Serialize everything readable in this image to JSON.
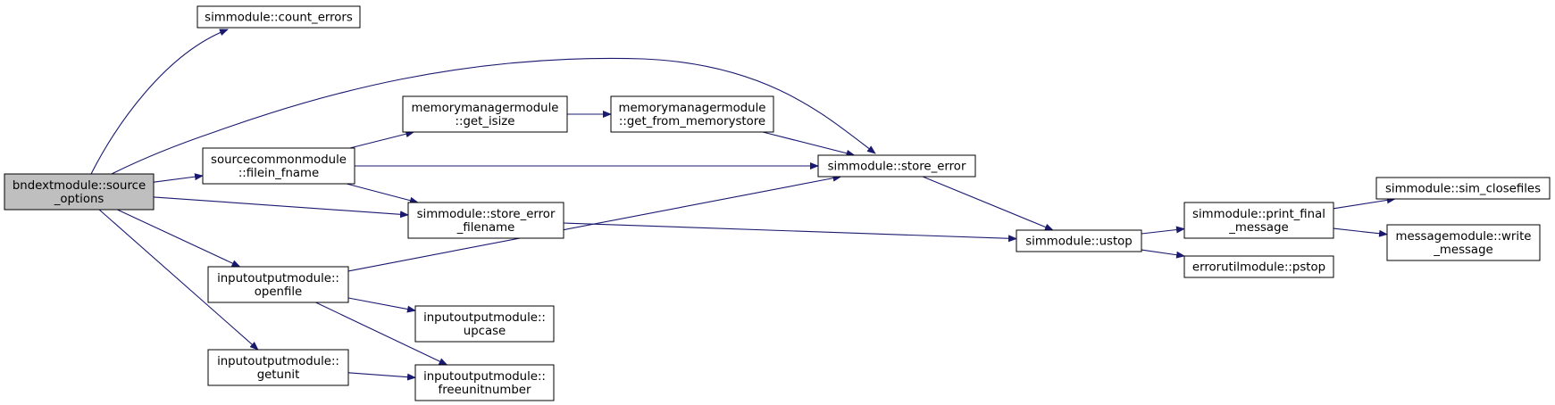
{
  "diagram": {
    "colors": {
      "edge": "#191970",
      "node_fill": "#ffffff",
      "root_fill": "#bfbfbf",
      "node_border": "#000000"
    },
    "nodes": [
      {
        "id": "source_options",
        "lines": [
          "bndextmodule::source",
          "_options"
        ],
        "root": true
      },
      {
        "id": "count_errors",
        "lines": [
          "simmodule::count_errors"
        ]
      },
      {
        "id": "filein_fname",
        "lines": [
          "sourcecommonmodule",
          "::filein_fname"
        ]
      },
      {
        "id": "get_isize",
        "lines": [
          "memorymanagermodule",
          "::get_isize"
        ]
      },
      {
        "id": "get_from_memorystore",
        "lines": [
          "memorymanagermodule",
          "::get_from_memorystore"
        ]
      },
      {
        "id": "store_error",
        "lines": [
          "simmodule::store_error"
        ]
      },
      {
        "id": "store_error_filename",
        "lines": [
          "simmodule::store_error",
          "_filename"
        ]
      },
      {
        "id": "ustop",
        "lines": [
          "simmodule::ustop"
        ]
      },
      {
        "id": "print_final_message",
        "lines": [
          "simmodule::print_final",
          "_message"
        ]
      },
      {
        "id": "sim_closefiles",
        "lines": [
          "simmodule::sim_closefiles"
        ]
      },
      {
        "id": "write_message",
        "lines": [
          "messagemodule::write",
          "_message"
        ]
      },
      {
        "id": "pstop",
        "lines": [
          "errorutilmodule::pstop"
        ]
      },
      {
        "id": "openfile",
        "lines": [
          "inputoutputmodule::",
          "openfile"
        ]
      },
      {
        "id": "upcase",
        "lines": [
          "inputoutputmodule::",
          "upcase"
        ]
      },
      {
        "id": "getunit",
        "lines": [
          "inputoutputmodule::",
          "getunit"
        ]
      },
      {
        "id": "freeunitnumber",
        "lines": [
          "inputoutputmodule::",
          "freeunitnumber"
        ]
      }
    ],
    "edges": [
      {
        "from": "source_options",
        "to": "count_errors"
      },
      {
        "from": "source_options",
        "to": "store_error"
      },
      {
        "from": "source_options",
        "to": "filein_fname"
      },
      {
        "from": "source_options",
        "to": "store_error_filename"
      },
      {
        "from": "source_options",
        "to": "openfile"
      },
      {
        "from": "source_options",
        "to": "getunit"
      },
      {
        "from": "filein_fname",
        "to": "get_isize"
      },
      {
        "from": "filein_fname",
        "to": "store_error"
      },
      {
        "from": "filein_fname",
        "to": "store_error_filename"
      },
      {
        "from": "get_isize",
        "to": "get_from_memorystore"
      },
      {
        "from": "get_from_memorystore",
        "to": "store_error"
      },
      {
        "from": "store_error",
        "to": "ustop"
      },
      {
        "from": "store_error_filename",
        "to": "ustop"
      },
      {
        "from": "ustop",
        "to": "print_final_message"
      },
      {
        "from": "ustop",
        "to": "pstop"
      },
      {
        "from": "print_final_message",
        "to": "sim_closefiles"
      },
      {
        "from": "print_final_message",
        "to": "write_message"
      },
      {
        "from": "openfile",
        "to": "store_error"
      },
      {
        "from": "openfile",
        "to": "upcase"
      },
      {
        "from": "openfile",
        "to": "freeunitnumber"
      },
      {
        "from": "getunit",
        "to": "freeunitnumber"
      }
    ]
  }
}
